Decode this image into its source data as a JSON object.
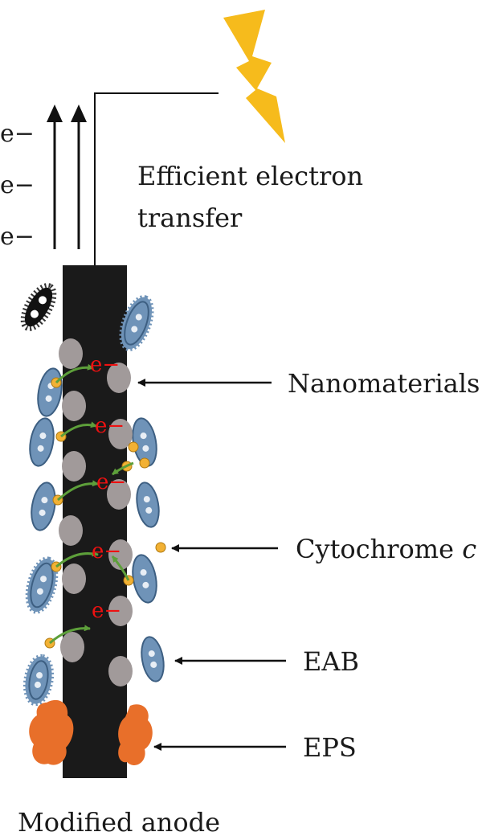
{
  "electron_labels": [
    "e−",
    "e−",
    "e−"
  ],
  "efficient_transfer": {
    "line1": "Efficient electron",
    "line2": "transfer"
  },
  "surface_electron_label": "e−",
  "labels": {
    "nanomaterials": "Nanomaterials",
    "cytochrome": "Cytochrome ",
    "cytochrome_italic": "c",
    "eab": "EAB",
    "eps": "EPS"
  },
  "caption": "Modified anode",
  "colors": {
    "anode": "#1a1a1a",
    "nanoparticle": "#a19a9a",
    "cytochrome": "#f2b134",
    "eab_fill": "#6f93b8",
    "eps": "#e86f2a",
    "lightning": "#f6bb1c",
    "electron_text": "#ee1111",
    "transfer_arrow": "#5d9f3a"
  },
  "icons": [
    "lightning-icon",
    "bacterium-icon",
    "nanoparticle-icon",
    "cytochrome-icon",
    "eps-icon"
  ]
}
